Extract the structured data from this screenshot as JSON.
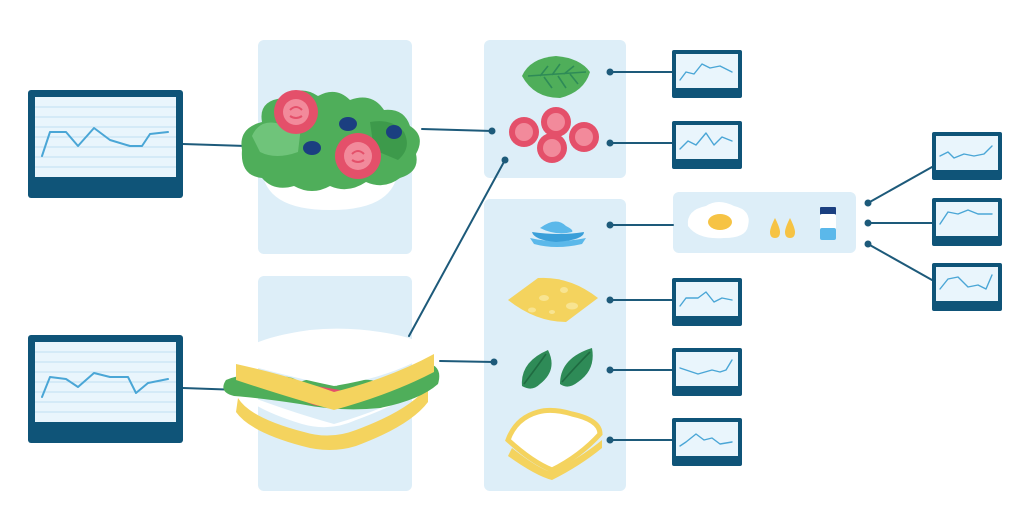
{
  "colors": {
    "panel": "#ddeef8",
    "connector": "#1d5a7a",
    "monitor_frame": "#0f5478",
    "monitor_screen": "#e9f5fc",
    "trend_line": "#4aa6d6",
    "lettuce": "#4fae5a",
    "tomato": "#e4506a",
    "olive": "#1b3f80",
    "bread": "#ffffff",
    "bread_crust": "#f4d35e",
    "cheese": "#f4d35e",
    "spinach": "#2e8b57",
    "cream": "#5bb8ea",
    "egg_yolk": "#f6c344"
  },
  "icons": {
    "dishes": [
      "salad-bowl-icon",
      "sandwich-icon"
    ],
    "ingredients": [
      "lettuce-leaf-icon",
      "tomato-slices-icon",
      "cream-icon",
      "cheese-slice-icon",
      "spinach-leaves-icon",
      "bread-slice-icon"
    ],
    "condiments": [
      "fried-egg-icon",
      "oil-drops-icon",
      "salt-shaker-icon"
    ],
    "charts": "line-chart-monitor-icon"
  },
  "counts": {
    "dishes": 2,
    "ingredients": 6,
    "ingredient_monitors": 5,
    "condiment_monitors": 3
  }
}
